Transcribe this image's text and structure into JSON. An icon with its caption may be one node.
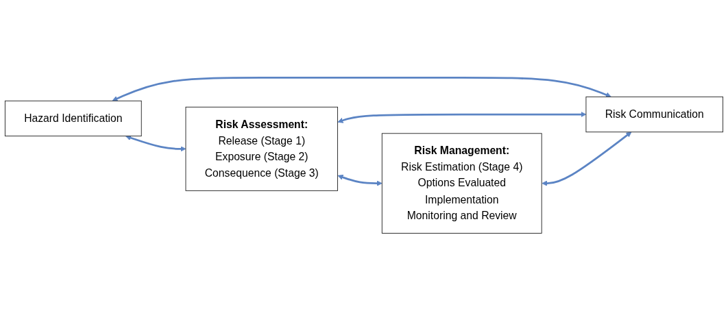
{
  "diagram": {
    "nodes": [
      {
        "text": [
          "Hazard Identification"
        ]
      },
      {
        "text": [
          "Risk Assessment:",
          "Release (Stage 1)",
          "Exposure (Stage 2)",
          "Consequence (Stage 3)"
        ]
      },
      {
        "text": [
          "Risk Management:",
          "Risk Estimation (Stage 4)",
          "Options Evaluated",
          "Implementation",
          "Monitoring and Review"
        ]
      },
      {
        "text": [
          "Risk Communication"
        ]
      }
    ],
    "edges": [
      {
        "from": 0,
        "to": 1,
        "arrow": "both"
      },
      {
        "from": 1,
        "to": 2,
        "arrow": "both"
      },
      {
        "from": 0,
        "to": 3,
        "arrow": "both"
      },
      {
        "from": 1,
        "to": 3,
        "arrow": "both"
      },
      {
        "from": 2,
        "to": 3,
        "arrow": "both"
      }
    ]
  }
}
